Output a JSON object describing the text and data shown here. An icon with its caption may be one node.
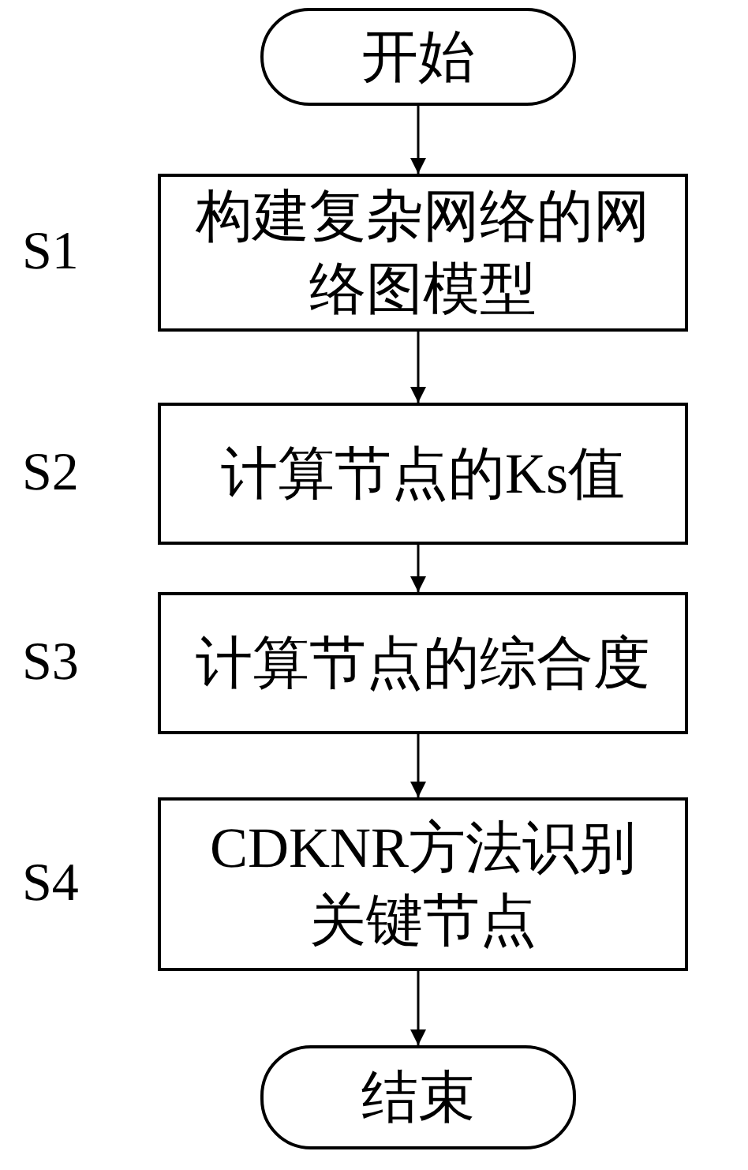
{
  "diagram": {
    "nodes": [
      {
        "text": [
          "开始"
        ]
      },
      {
        "text": [
          "构建复杂网络的网络图模型"
        ],
        "beside": [
          "S1"
        ]
      },
      {
        "text": [
          "计算节点的Ks值"
        ],
        "beside": [
          "S2"
        ]
      },
      {
        "text": [
          "计算节点的综合度"
        ],
        "beside": [
          "S3"
        ]
      },
      {
        "text": [
          "CDKNR方法识别关键节点"
        ],
        "beside": [
          "S4"
        ]
      },
      {
        "text": [
          "结束"
        ]
      }
    ],
    "edges": [
      {
        "from": 0,
        "to": 1,
        "arrow": "to"
      },
      {
        "from": 1,
        "to": 2,
        "arrow": "to"
      },
      {
        "from": 2,
        "to": 3,
        "arrow": "to"
      },
      {
        "from": 3,
        "to": 4,
        "arrow": "to"
      },
      {
        "from": 4,
        "to": 5,
        "arrow": "to"
      }
    ]
  }
}
